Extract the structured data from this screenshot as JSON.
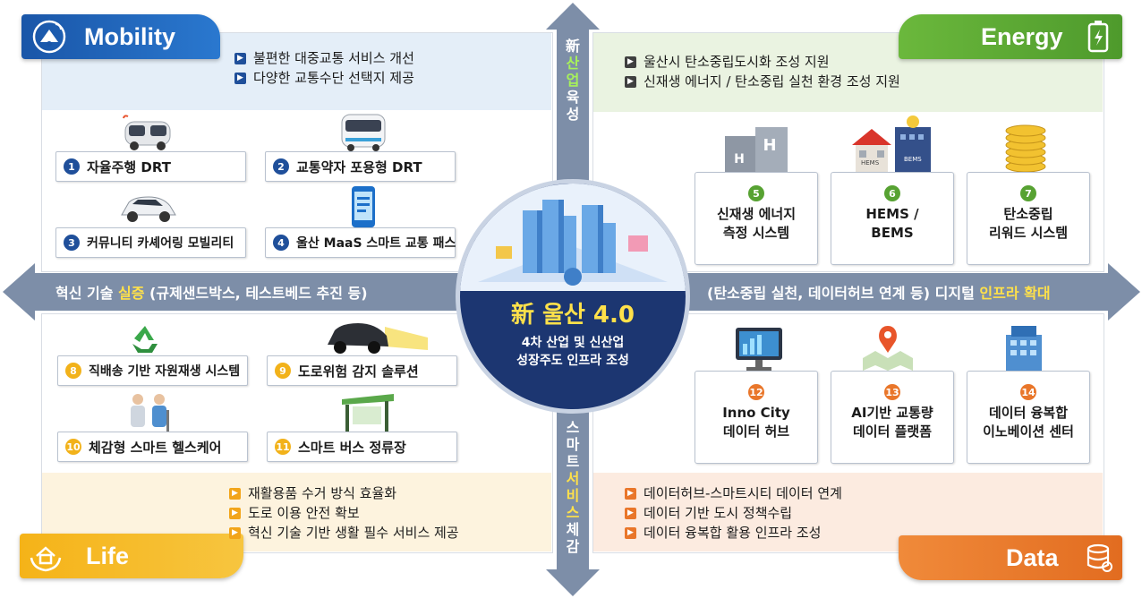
{
  "colors": {
    "mobility": "#1f63b6",
    "energy": "#57a232",
    "life": "#f2b21a",
    "data": "#e9762a",
    "arrow": "#7d8ea8",
    "center": "#1c3671",
    "yellow": "#ffe14a"
  },
  "mobility": {
    "title": "Mobility",
    "bullets": [
      "불편한 대중교통 서비스 개선",
      "다양한 교통수단 선택지 제공"
    ],
    "items": [
      {
        "num": "1",
        "label": "자율주행 DRT"
      },
      {
        "num": "2",
        "label": "교통약자 포용형 DRT"
      },
      {
        "num": "3",
        "label": "커뮤니티 카셰어링 모빌리티"
      },
      {
        "num": "4",
        "label": "울산 MaaS 스마트 교통 패스"
      }
    ]
  },
  "energy": {
    "title": "Energy",
    "bullets": [
      "울산시 탄소중립도시화 조성 지원",
      "신재생 에너지 / 탄소중립 실천 환경 조성 지원"
    ],
    "items": [
      {
        "num": "5",
        "line1": "신재생 에너지",
        "line2": "측정 시스템"
      },
      {
        "num": "6",
        "line1": "HEMS /",
        "line2": "BEMS"
      },
      {
        "num": "7",
        "line1": "탄소중립",
        "line2": "리워드 시스템"
      }
    ],
    "hems_tag": "HEMS",
    "bems_tag": "BEMS"
  },
  "life": {
    "title": "Life",
    "bullets": [
      "재활용품 수거 방식 효율화",
      "도로 이용 안전 확보",
      "혁신 기술 기반 생활 필수 서비스 제공"
    ],
    "items": [
      {
        "num": "8",
        "label": "직배송 기반 자원재생 시스템"
      },
      {
        "num": "9",
        "label": "도로위험 감지 솔루션"
      },
      {
        "num": "10",
        "label": "체감형 스마트 헬스케어"
      },
      {
        "num": "11",
        "label": "스마트 버스 정류장"
      }
    ]
  },
  "data_q": {
    "title": "Data",
    "bullets": [
      "데이터허브-스마트시티 데이터 연계",
      "데이터 기반 도시 정책수립",
      "데이터 융복합 활용 인프라 조성"
    ],
    "items": [
      {
        "num": "12",
        "line1": "Inno City",
        "line2": "데이터 허브"
      },
      {
        "num": "13",
        "line1": "AI기반 교통량",
        "line2": "데이터 플랫폼"
      },
      {
        "num": "14",
        "line1": "데이터 융복합",
        "line2": "이노베이션 센터"
      }
    ]
  },
  "axes": {
    "top": [
      "新",
      "산",
      "업",
      "육",
      "성"
    ],
    "bottom": [
      "스",
      "마",
      "트",
      "서",
      "비",
      "스",
      "체",
      "감"
    ],
    "left_pre": "혁신 기술 ",
    "left_hl": "실증",
    "left_post": " (규제샌드박스, 테스트베드 추진 등)",
    "right_pre": "(탄소중립 실천, 데이터허브 연계 등) 디지털 ",
    "right_hl": "인프라 확대"
  },
  "center": {
    "title": "新 울산 4.0",
    "line1": "4차 산업 및 신산업",
    "line2": "성장주도 인프라 조성"
  }
}
